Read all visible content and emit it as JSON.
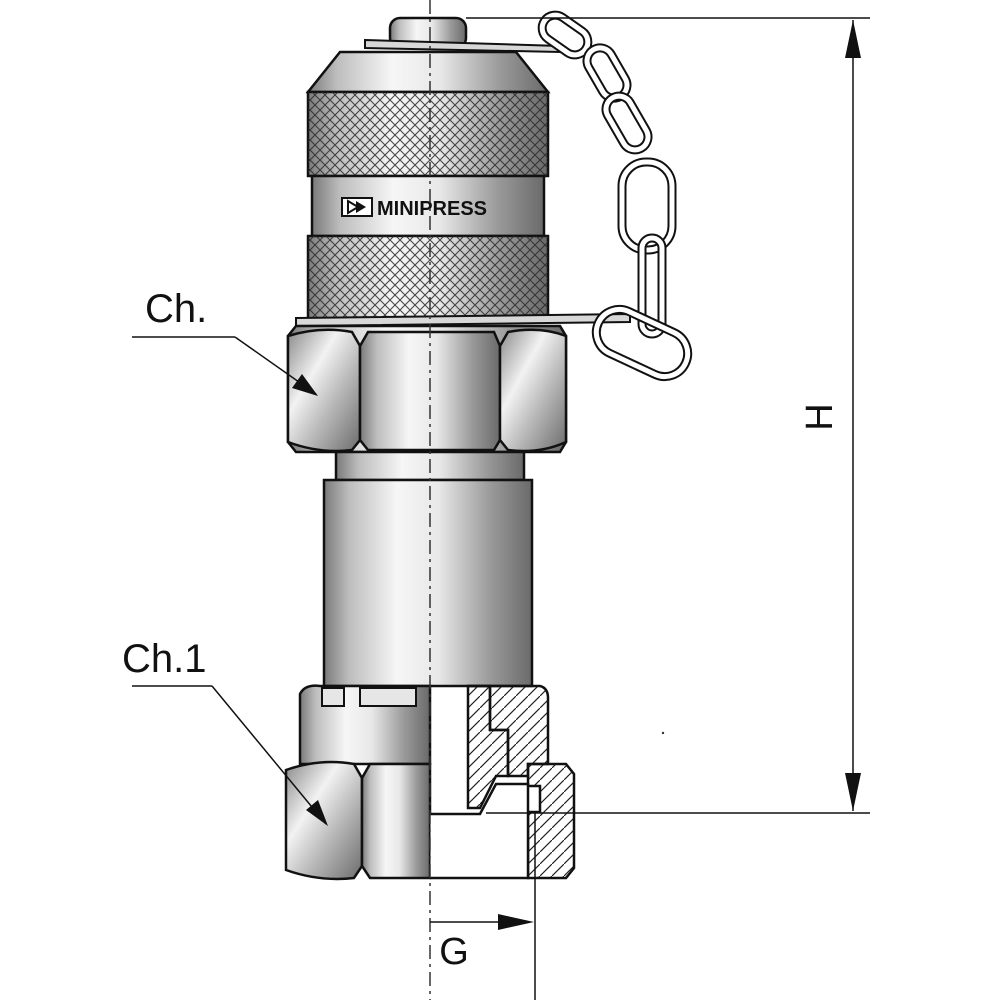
{
  "labels": {
    "ch": "Ch.",
    "ch1": "Ch.1",
    "h": "H",
    "g": "G",
    "brand": "MINIPRESS"
  },
  "icons": {
    "brand_logo": "minipress-logo-icon"
  },
  "colors": {
    "outline": "#111111",
    "metal_light": "#f4f4f4",
    "metal_dark": "#6e6e6e",
    "section_fill": "#ffffff",
    "hatch": "#222222"
  }
}
